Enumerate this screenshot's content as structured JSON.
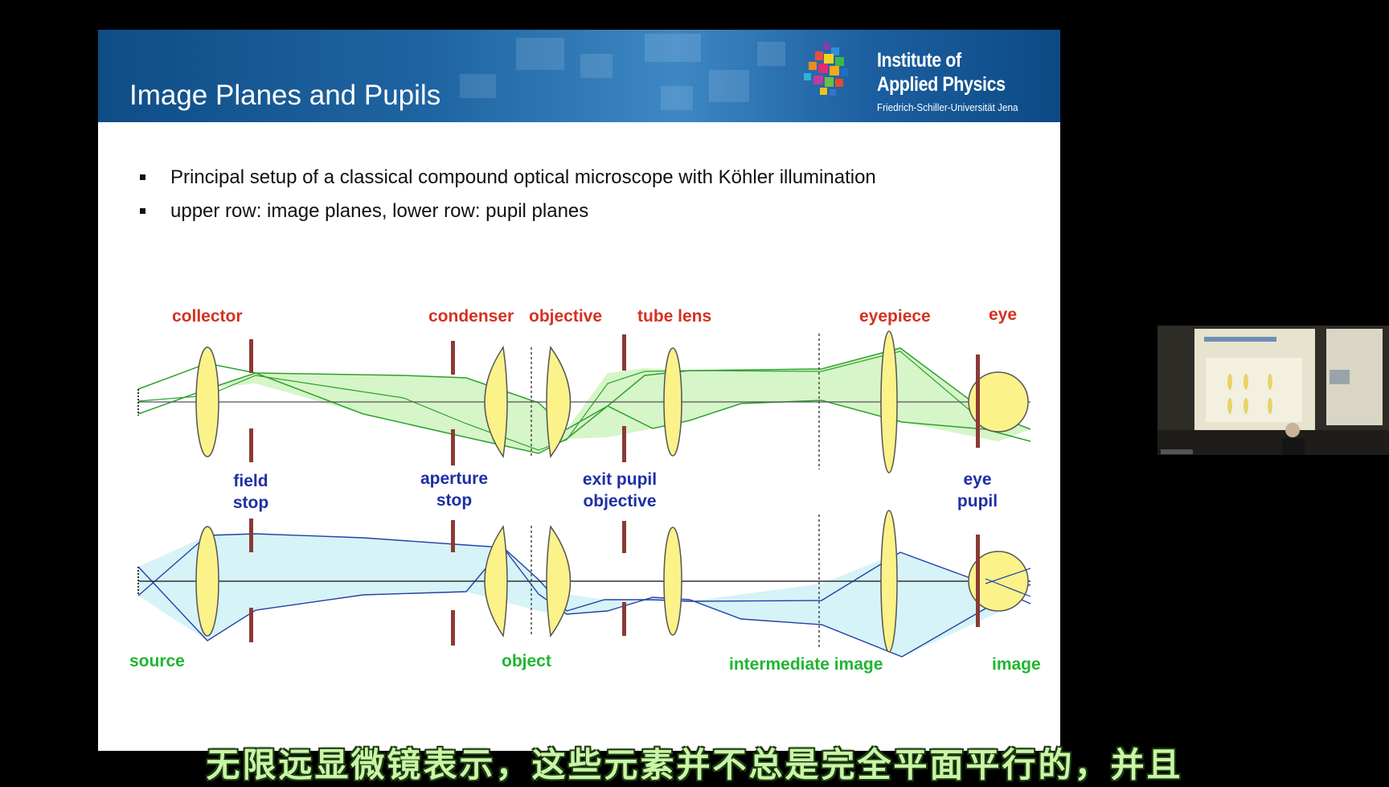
{
  "slide": {
    "title": "Image Planes and Pupils",
    "logo": {
      "line1": "Institute of",
      "line2": "Applied Physics",
      "subtitle": "Friedrich-Schiller-Universität Jena"
    },
    "bullets": [
      "Principal setup of a classical compound optical microscope with Köhler illumination",
      "upper row: image planes, lower row: pupil planes"
    ],
    "diagram": {
      "components": [
        "collector",
        "condenser",
        "objective",
        "tube lens",
        "eyepiece",
        "eye"
      ],
      "stops": {
        "field_stop_1": "field",
        "field_stop_2": "stop",
        "aperture_stop_1": "aperture",
        "aperture_stop_2": "stop",
        "exit_pupil_1": "exit pupil",
        "exit_pupil_2": "objective",
        "eye_pupil_1": "eye",
        "eye_pupil_2": "pupil"
      },
      "planes": [
        "source",
        "object",
        "intermediate image",
        "image"
      ],
      "colors": {
        "component_label": "#d6311f",
        "pupil_label": "#1f2fa6",
        "plane_label": "#1fb531",
        "lens_fill": "#fbf28a",
        "upper_beam": "#d6f5c8",
        "lower_beam": "#d6f3f7",
        "stop": "#8b3a35"
      }
    }
  },
  "subtitle": "无限远显微镜表示，这些元素并不总是完全平面平行的，并且"
}
